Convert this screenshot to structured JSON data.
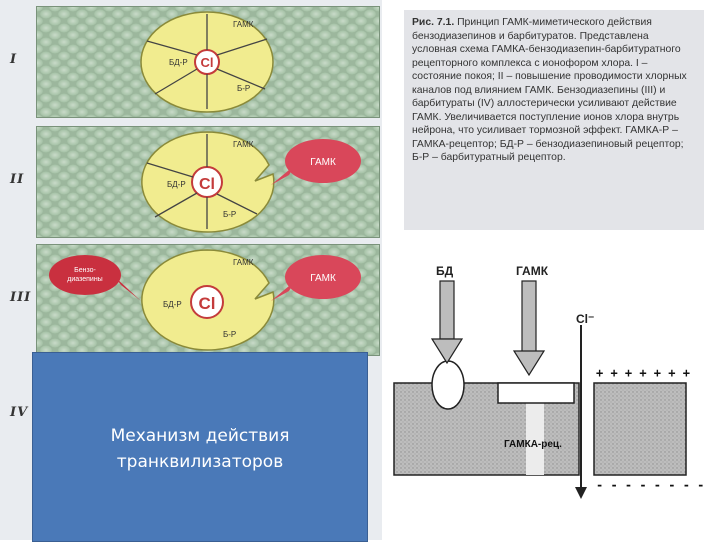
{
  "row_labels": [
    "I",
    "II",
    "III",
    "IV"
  ],
  "receptor_labels": {
    "gaba_site": "ГАМК",
    "gaba_site_sub": "А",
    "gaba_site_suffix": "-Р",
    "bd_site": "БД-Р",
    "b_site": "Б-Р",
    "ion": "Cl"
  },
  "bubbles": {
    "gaba": "ГАМК",
    "benzodiazepine_line1": "Бензо-",
    "benzodiazepine_line2": "диазепины"
  },
  "caption": {
    "line1": "Механизм действия",
    "line2": "транквилизаторов"
  },
  "figure_text": {
    "number": "Рис. 7.1.",
    "body": "Принцип ГАМК-миметического действия бензодиазепинов и барбитуратов. Представлена условная схема ГАМКА-бензодиазепин-барбитуратного рецепторного комплекса с ионофором хлора. I – состояние покоя; II – повышение проводимости хлорных каналов под влиянием ГАМК. Бензодиазепины (III) и барбитураты (IV) аллостерически усиливают действие ГАМК. Увеличивается поступление ионов хлора внутрь нейрона, что усиливает тормозной эффект. ГАМКА-Р – ГАМКА-рецептор; БД-Р – бензодиазепиновый рецептор; Б-Р – барбитуратный рецептор."
  },
  "mechanism": {
    "bd": "БД",
    "gaba": "ГАМК",
    "chloride": "Cl⁻",
    "receptor": "ГАМКА-рец.",
    "plus": "+ + + + + + +",
    "minus": "- - - - - - - -"
  }
}
